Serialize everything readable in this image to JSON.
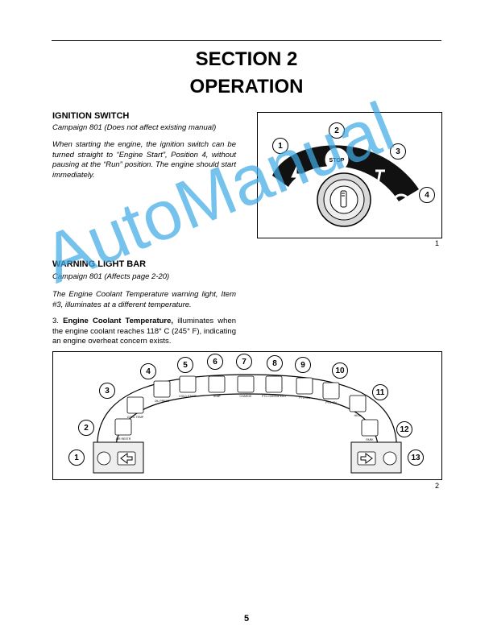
{
  "section": {
    "line1": "SECTION 2",
    "line2": "OPERATION"
  },
  "ignition": {
    "heading": "IGNITION SWITCH",
    "campaign": "Campaign 801 (Does not affect existing manual)",
    "paragraph": "When starting the engine, the ignition switch can be turned straight to “Engine Start”, Position 4, without pausing at the “Run” position. The engine should start immediately.",
    "figure_number": "1",
    "callouts": [
      "1",
      "2",
      "3",
      "4"
    ],
    "stop_label": "STOP"
  },
  "warning": {
    "heading": "WARNING LIGHT BAR",
    "campaign": "Campaign 801 (Affects page 2-20)",
    "paragraph": "The Engine Coolant Temperature warning light, Item #3, illuminates at a different temperature.",
    "item_number": "3.",
    "item_title": "Engine Coolant Temperature,",
    "item_text": "illuminates when the engine coolant reaches 118° C (245° F), indicating an engine overheat concern exists.",
    "figure_number": "2",
    "callouts": [
      "1",
      "2",
      "3",
      "4",
      "5",
      "6",
      "7",
      "8",
      "9",
      "10",
      "11",
      "12",
      "13"
    ],
    "light_labels": {
      "air_restr": "AIR RESTR",
      "cool_temp": "COOL TEMP",
      "oil_press": "OIL PRESS",
      "cold_start": "COLD START",
      "temp": "TEMP",
      "charge": "CHARGE",
      "pto_overspeed": "PTO OVERSPEED",
      "pto_on_1": "PTO ON",
      "pto_on_2": "PTO ON",
      "high": "HIGH",
      "park": "PARK"
    }
  },
  "watermark": "AutoManual",
  "page_number": "5"
}
